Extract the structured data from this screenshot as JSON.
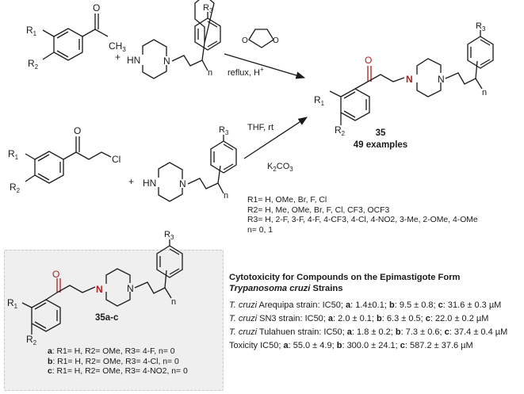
{
  "reaction": {
    "reagent_top": "reflux, H",
    "reagent_top_sup": "+",
    "reagent_bottom_1": "THF, rt",
    "reagent_bottom_2": "K",
    "reagent_bottom_2_sub": "2",
    "reagent_bottom_2_tail": "CO",
    "reagent_bottom_2_sub2": "3",
    "plus": "+"
  },
  "product": {
    "number": "35",
    "examples": "49 examples"
  },
  "substituents": {
    "r1": "R1= H, OMe, Br, F, Cl",
    "r2": "R2= H, Me, OMe, Br, F, Cl, CF3, OCF3",
    "r3": "R3= H, 2-F, 3-F, 4-F, 4-CF3, 4-Cl, 4-NO2, 3-Me, 2-OMe, 4-OMe",
    "n": "n= 0, 1"
  },
  "inset": {
    "label": "35a-c",
    "items": [
      {
        "letter": "a",
        "text": ": R1= H, R2= OMe, R3= 4-F, n= 0"
      },
      {
        "letter": "b",
        "text": ": R1= H, R2= OMe, R3= 4-Cl, n= 0"
      },
      {
        "letter": "c",
        "text": ": R1= H, R2= OMe, R3= 4-NO2, n= 0"
      }
    ]
  },
  "cytotoxicity": {
    "heading_1": "Cytotoxicity for Compounds on the Epimastigote Form",
    "heading_2_italic": "Trypanosoma cruzi",
    "heading_2_tail": " Strains",
    "rows": [
      {
        "species": "T. cruzi",
        "label": " Arequipa strain: IC50; ",
        "a": "1.4±0.1",
        "b": "9.5 ± 0.8",
        "c": "31.6 ± 0.3 µM"
      },
      {
        "species": "T. cruzi",
        "label": " SN3 strain: IC50; ",
        "a": "2.0 ± 0.1",
        "b": "6.3 ± 0.5",
        "c": "22.0 ± 0.2 µM"
      },
      {
        "species": "T. cruzi",
        "label": " Tulahuen strain: IC50; ",
        "a": "1.8 ± 0.2",
        "b": "7.3 ± 0.6",
        "c": "37.4 ± 0.4 µM"
      },
      {
        "species": "",
        "label": "Toxicity IC50; ",
        "a": "55.0 ± 4.9",
        "b": "300.0 ± 24.1",
        "c": "587.2 ± 37.6 µM"
      }
    ]
  },
  "atoms": {
    "o": "O",
    "n": "N",
    "hn": "HN",
    "h": "H",
    "cl": "Cl",
    "ch3": "CH3",
    "r1": "R1",
    "r2": "R2",
    "r3": "R3",
    "n_index": "n"
  },
  "colors": {
    "ink": "#1a1a1a",
    "heteroatom": "#b01e1e",
    "inset_bg": "#efefef"
  }
}
